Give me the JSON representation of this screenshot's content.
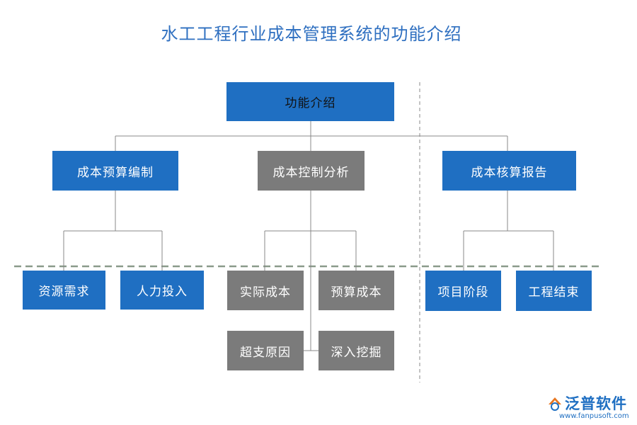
{
  "title": "水工工程行业成本管理系统的功能介绍",
  "root": {
    "label": "功能介绍"
  },
  "branches": [
    {
      "label": "成本预算编制",
      "color": "blue",
      "children": [
        "资源需求",
        "人力投入"
      ]
    },
    {
      "label": "成本控制分析",
      "color": "gray",
      "children": [
        "实际成本",
        "预算成本",
        "超支原因",
        "深入挖掘"
      ]
    },
    {
      "label": "成本核算报告",
      "color": "blue",
      "children": [
        "项目阶段",
        "工程结束"
      ]
    }
  ],
  "logo": {
    "name": "泛普软件",
    "url": "www.fanpusoft.com"
  },
  "colors": {
    "blue": "#1f6fc2",
    "gray": "#7b7b7b",
    "title": "#2e6fc0",
    "dashed": "#8a9a8a"
  }
}
